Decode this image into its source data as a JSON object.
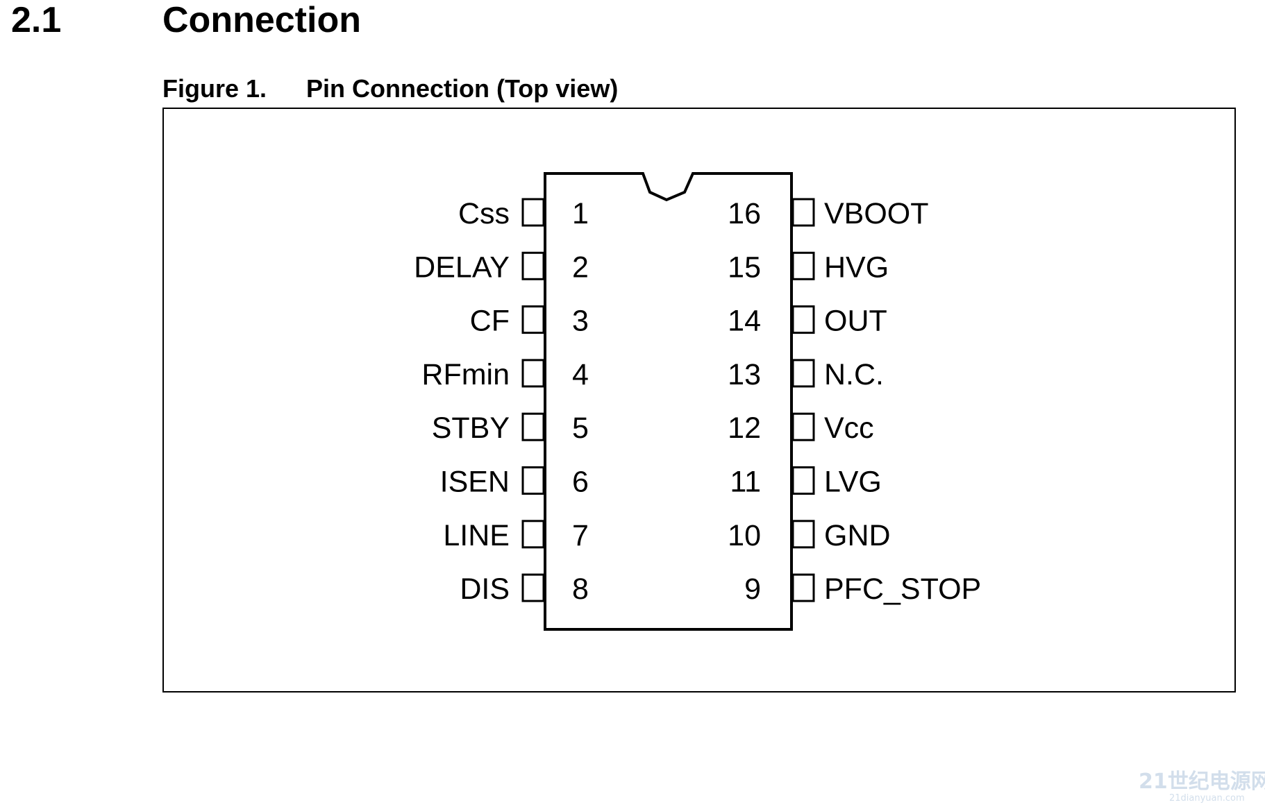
{
  "section": {
    "number": "2.1",
    "title": "Connection"
  },
  "figure": {
    "label": "Figure 1.",
    "title": "Pin Connection (Top view)"
  },
  "pinout": {
    "left_pins": [
      {
        "number": "1",
        "name": "Css"
      },
      {
        "number": "2",
        "name": "DELAY"
      },
      {
        "number": "3",
        "name": "CF"
      },
      {
        "number": "4",
        "name": "RFmin"
      },
      {
        "number": "5",
        "name": "STBY"
      },
      {
        "number": "6",
        "name": "ISEN"
      },
      {
        "number": "7",
        "name": "LINE"
      },
      {
        "number": "8",
        "name": "DIS"
      }
    ],
    "right_pins": [
      {
        "number": "16",
        "name": "VBOOT"
      },
      {
        "number": "15",
        "name": "HVG"
      },
      {
        "number": "14",
        "name": "OUT"
      },
      {
        "number": "13",
        "name": "N.C."
      },
      {
        "number": "12",
        "name": "Vcc"
      },
      {
        "number": "11",
        "name": "LVG"
      },
      {
        "number": "10",
        "name": "GND"
      },
      {
        "number": "9",
        "name": "PFC_STOP"
      }
    ]
  },
  "watermark": {
    "main": "21世纪电源网",
    "sub": "21dianyuan.com"
  }
}
